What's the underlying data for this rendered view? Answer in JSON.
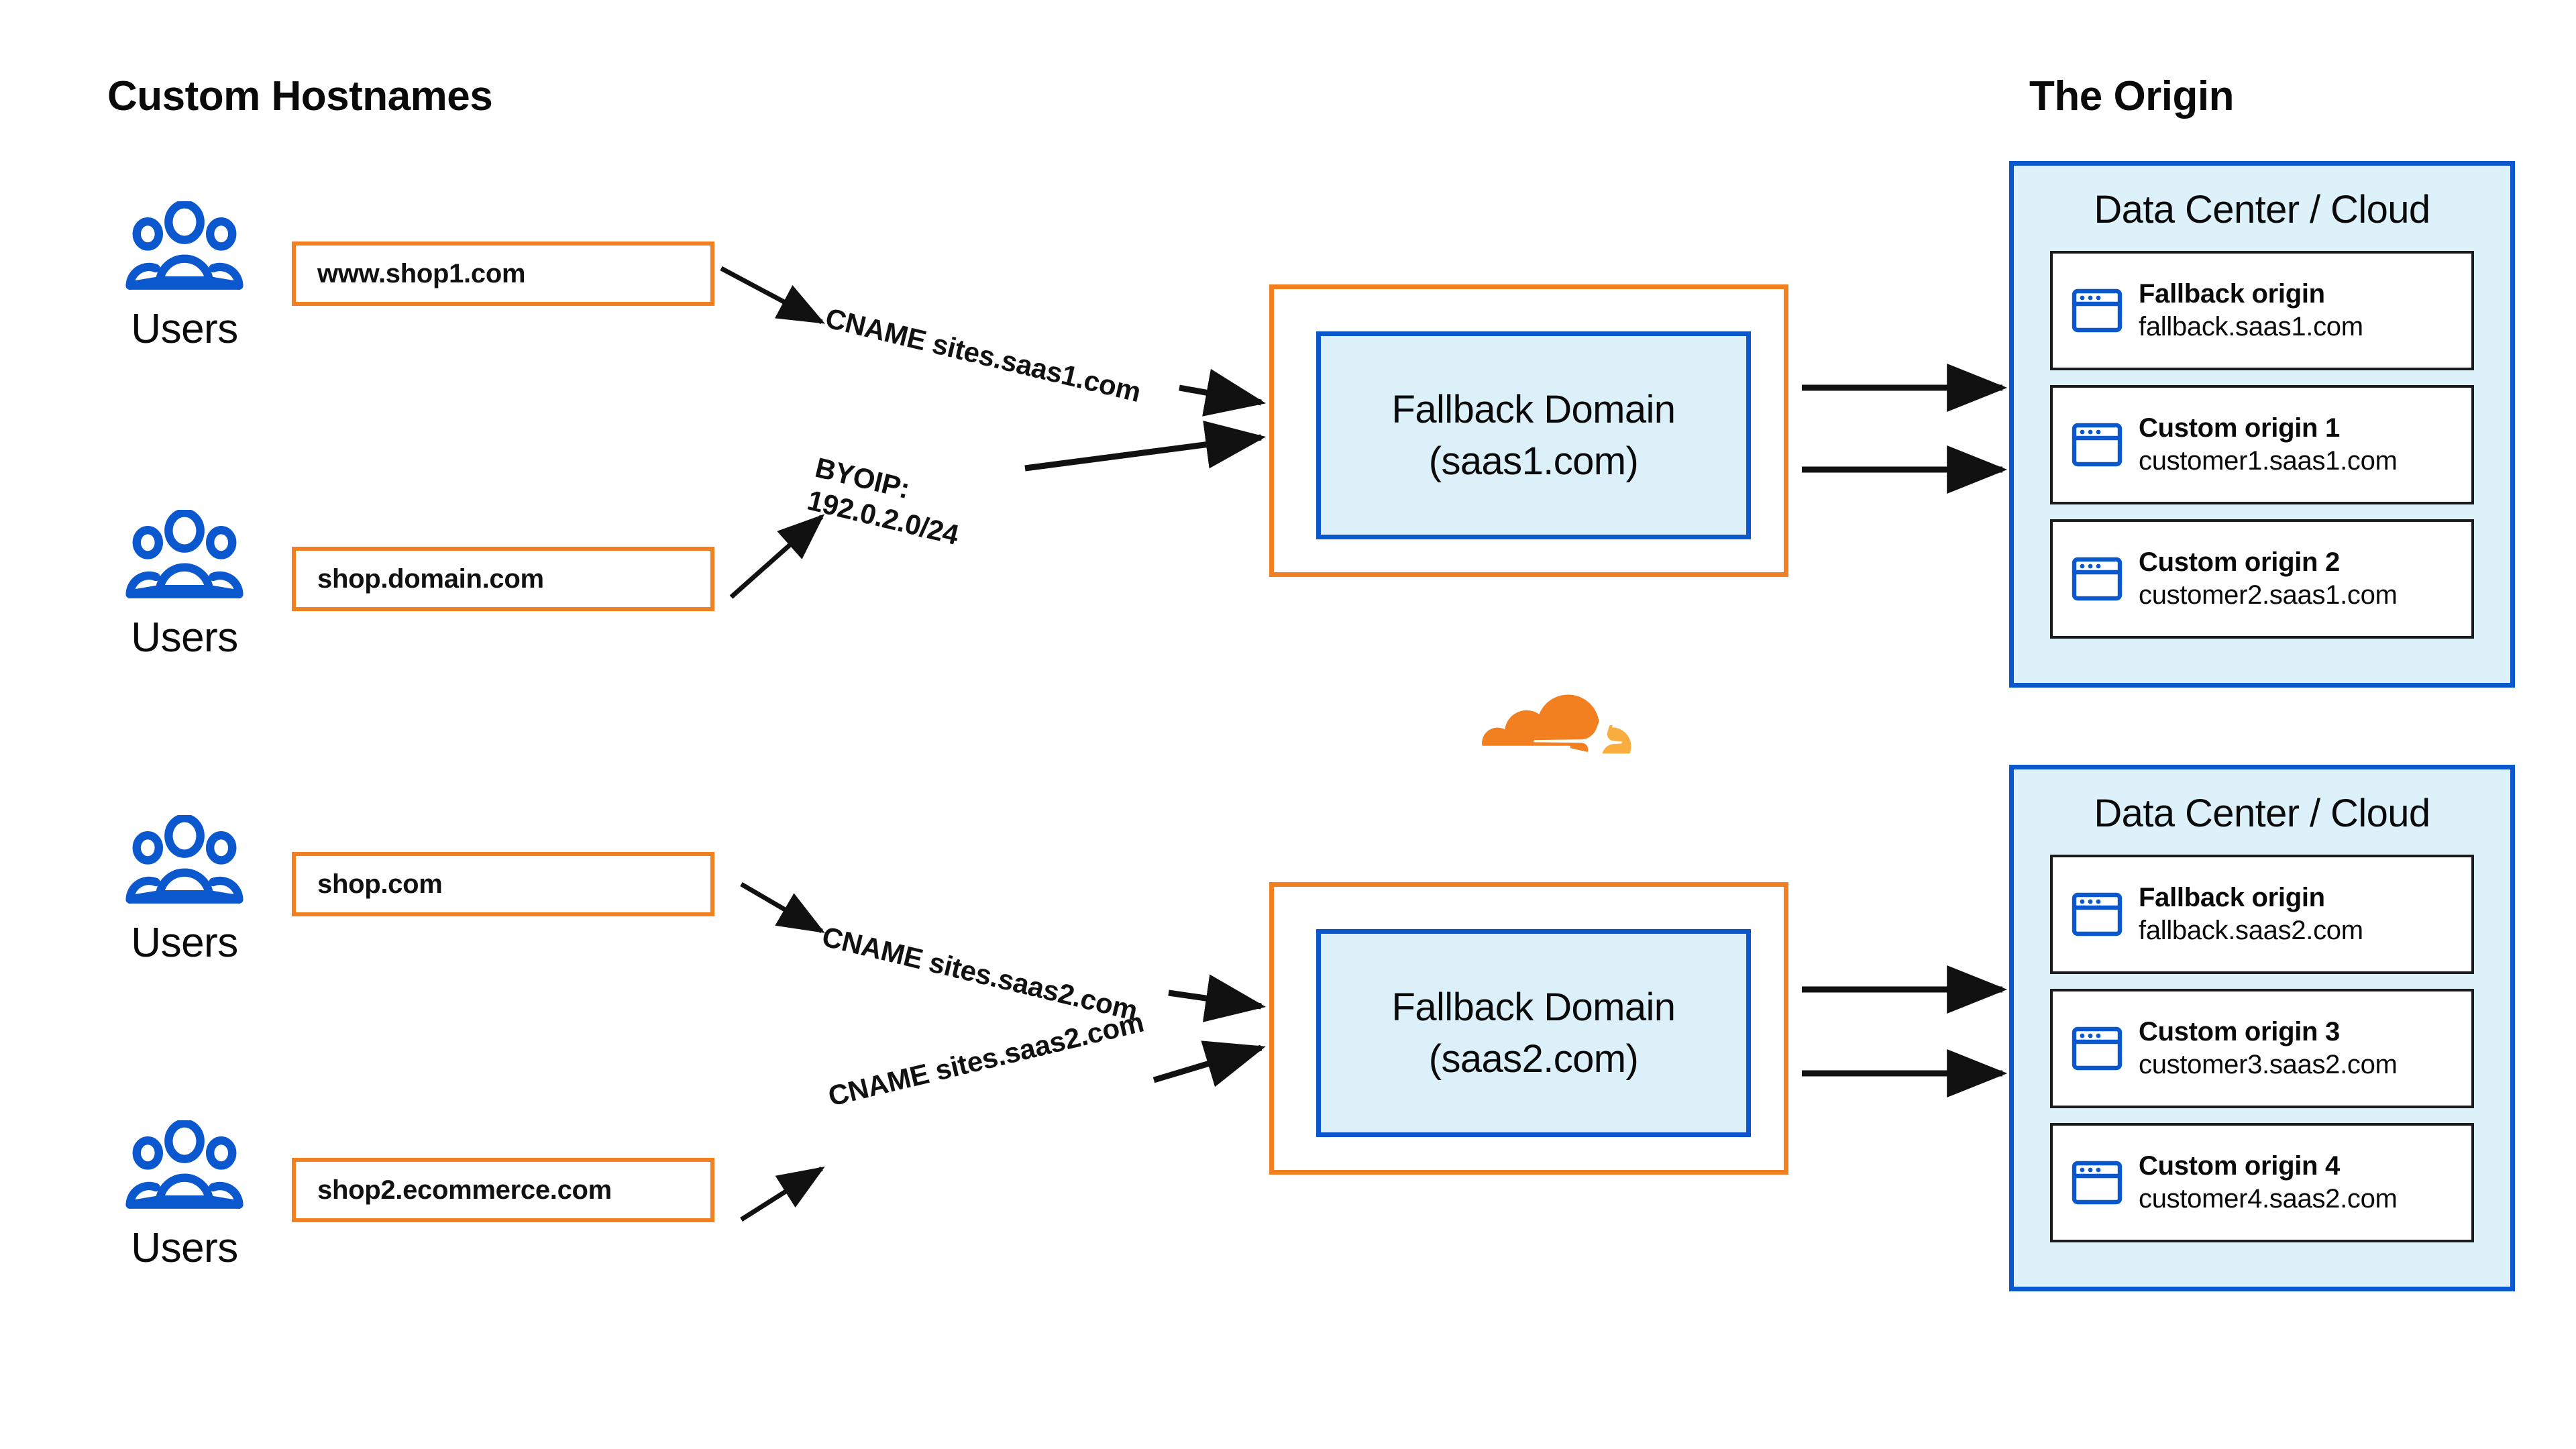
{
  "headings": {
    "left": "Custom Hostnames",
    "right": "The Origin"
  },
  "users_label": "Users",
  "custom_hostnames": [
    {
      "hostname": "www.shop1.com"
    },
    {
      "hostname": "shop.domain.com"
    },
    {
      "hostname": "shop.com"
    },
    {
      "hostname": "shop2.ecommerce.com"
    }
  ],
  "edge_labels": [
    {
      "line1": "CNAME sites.saas1.com",
      "line2": ""
    },
    {
      "line1": "BYOIP:",
      "line2": "192.0.2.0/24"
    },
    {
      "line1": "CNAME sites.saas2.com",
      "line2": ""
    },
    {
      "line1": "CNAME sites.saas2.com",
      "line2": ""
    }
  ],
  "fallback_domains": [
    {
      "line1": "Fallback Domain",
      "line2": "(saas1.com)"
    },
    {
      "line1": "Fallback Domain",
      "line2": "(saas2.com)"
    }
  ],
  "datacenters": [
    {
      "title": "Data Center / Cloud",
      "origins": [
        {
          "name": "Fallback origin",
          "host": "fallback.saas1.com"
        },
        {
          "name": "Custom origin 1",
          "host": "customer1.saas1.com"
        },
        {
          "name": "Custom origin 2",
          "host": "customer2.saas1.com"
        }
      ]
    },
    {
      "title": "Data Center / Cloud",
      "origins": [
        {
          "name": "Fallback origin",
          "host": "fallback.saas2.com"
        },
        {
          "name": "Custom origin 3",
          "host": "customer3.saas2.com"
        },
        {
          "name": "Custom origin 4",
          "host": "customer4.saas2.com"
        }
      ]
    }
  ],
  "icons": {
    "users": "users-icon",
    "origin": "browser-window-icon",
    "brand": "cloudflare-cloud-logo"
  },
  "colors": {
    "orange": "#F38020",
    "orange_light": "#FAAD3F",
    "blue": "#0B58CE",
    "blue_fill": "#DCF0FA",
    "text": "#0A0A0A",
    "arrow": "#111111"
  }
}
